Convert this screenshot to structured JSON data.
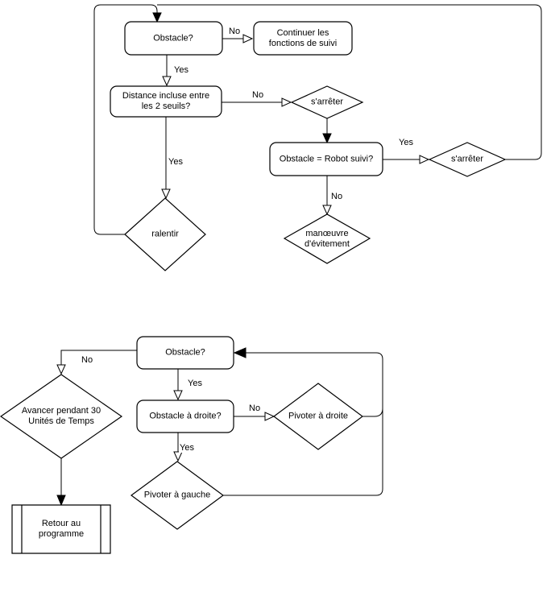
{
  "diagram": {
    "type": "flowchart",
    "language": "fr",
    "colors": {
      "background": "#ffffff",
      "stroke": "#000000",
      "shape_fill": "#ffffff",
      "text": "#000000"
    },
    "flow1": {
      "description": "robot-following obstacle handling loop",
      "nodes": {
        "obstacle": "Obstacle?",
        "continuer": "Continuer les\nfonctions de suivi",
        "distance": "Distance incluse entre\nles 2 seuils?",
        "arreter1": "s'arrêter",
        "robot": "Obstacle = Robot suivi?",
        "arreter2": "s'arrêter",
        "manoeuvre": "manœuvre\nd'évitement",
        "ralentir": "ralentir"
      },
      "edge_labels": {
        "obstacle_no": "No",
        "obstacle_yes": "Yes",
        "distance_no": "No",
        "distance_yes": "Yes",
        "robot_yes": "Yes",
        "robot_no": "No"
      }
    },
    "flow2": {
      "description": "obstacle avoidance turning loop",
      "nodes": {
        "obstacle": "Obstacle?",
        "avancer": "Avancer pendant 30\nUnités de Temps",
        "droite": "Obstacle à droite?",
        "pivoter_droite": "Pivoter à droite",
        "pivoter_gauche": "Pivoter à gauche",
        "retour": "Retour au\nprogramme"
      },
      "edge_labels": {
        "obstacle_no": "No",
        "obstacle_yes": "Yes",
        "droite_no": "No",
        "droite_yes": "Yes"
      }
    }
  }
}
